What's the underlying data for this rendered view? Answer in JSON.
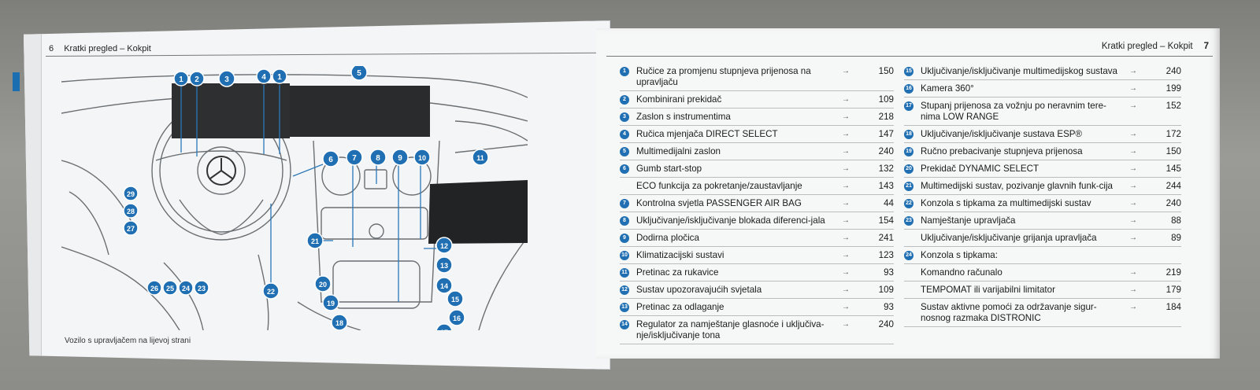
{
  "left_page": {
    "page_number": "6",
    "header": "Kratki pregled – Kokpit",
    "caption": "Vozilo s upravljačem na lijevoj strani"
  },
  "right_page": {
    "page_number": "7",
    "header": "Kratki pregled – Kokpit",
    "arrow_symbol": "→",
    "columns": [
      [
        {
          "num": "1",
          "text": "Ručice za promjenu stupnjeva prijenosa na upravljaču",
          "page": "150"
        },
        {
          "num": "2",
          "text": "Kombinirani prekidač",
          "page": "109"
        },
        {
          "num": "3",
          "text": "Zaslon s instrumentima",
          "page": "218"
        },
        {
          "num": "4",
          "text": "Ručica mjenjača DIRECT SELECT",
          "page": "147"
        },
        {
          "num": "5",
          "text": "Multimedijalni zaslon",
          "page": "240"
        },
        {
          "num": "6",
          "text": "Gumb start-stop",
          "page": "132"
        },
        {
          "num": "",
          "text": "ECO funkcija za pokretanje/zaustavljanje",
          "page": "143"
        },
        {
          "num": "7",
          "text": "Kontrolna svjetla PASSENGER AIR BAG",
          "page": "44"
        },
        {
          "num": "8",
          "text": "Uključivanje/isključivanje blokada diferenci-jala",
          "page": "154"
        },
        {
          "num": "9",
          "text": "Dodirna pločica",
          "page": "241"
        },
        {
          "num": "10",
          "text": "Klimatizacijski sustavi",
          "page": "123"
        },
        {
          "num": "11",
          "text": "Pretinac za rukavice",
          "page": "93"
        },
        {
          "num": "12",
          "text": "Sustav upozoravajućih svjetala",
          "page": "109"
        },
        {
          "num": "13",
          "text": "Pretinac za odlaganje",
          "page": "93"
        },
        {
          "num": "14",
          "text": "Regulator za namještanje glasnoće i uključiva-nje/isključivanje tona",
          "page": "240"
        }
      ],
      [
        {
          "num": "15",
          "text": "Uključivanje/isključivanje multimedijskog sustava",
          "page": "240"
        },
        {
          "num": "16",
          "text": "Kamera 360°",
          "page": "199"
        },
        {
          "num": "17",
          "text": "Stupanj prijenosa za vožnju po neravnim tere-nima LOW RANGE",
          "page": "152"
        },
        {
          "num": "18",
          "text": "Uključivanje/isključivanje sustava ESP®",
          "page": "172"
        },
        {
          "num": "19",
          "text": "Ručno prebacivanje stupnjeva prijenosa",
          "page": "150"
        },
        {
          "num": "20",
          "text": "Prekidač DYNAMIC SELECT",
          "page": "145"
        },
        {
          "num": "21",
          "text": "Multimedijski sustav, pozivanje glavnih funk-cija",
          "page": "244"
        },
        {
          "num": "22",
          "text": "Konzola s tipkama za multimedijski sustav",
          "page": "240"
        },
        {
          "num": "23",
          "text": "Namještanje upravljača",
          "page": "88"
        },
        {
          "num": "",
          "text": "Uključivanje/isključivanje grijanja upravljača",
          "page": "89"
        },
        {
          "num": "24",
          "text": "Konzola s tipkama:",
          "page": ""
        },
        {
          "num": "",
          "text": "Komandno računalo",
          "page": "219"
        },
        {
          "num": "",
          "text": "TEMPOMAT ili varijabilni limitator",
          "page": "179"
        },
        {
          "num": "",
          "text": "Sustav aktivne pomoći za održavanje sigur-nosnog razmaka DISTRONIC",
          "page": "184"
        }
      ]
    ]
  }
}
